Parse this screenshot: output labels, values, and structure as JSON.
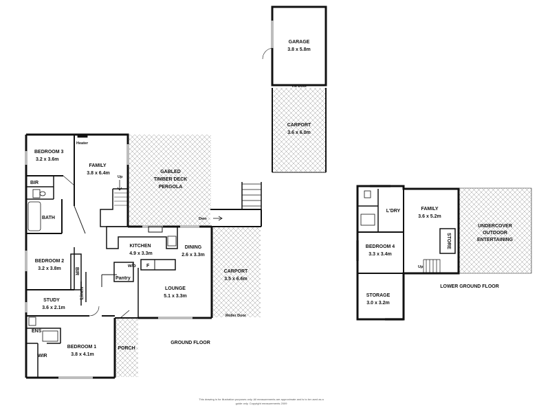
{
  "rooms": {
    "garage": {
      "name": "GARAGE",
      "size": "3.8 x 5.8m"
    },
    "tilt_door": "Tilt Door",
    "carport_top": {
      "name": "CARPORT",
      "size": "3.6 x 6.0m"
    },
    "bedroom3": {
      "name": "BEDROOM 3",
      "size": "3.2 x 3.6m"
    },
    "heater": "Heater",
    "family": {
      "name": "FAMILY",
      "size": "3.8 x 6.4m"
    },
    "pergola": {
      "line1": "GABLED",
      "line2": "TIMBER DECK",
      "line3": "PERGOLA"
    },
    "up_main": "Up",
    "dwn": "Dwn",
    "bir": "BIR",
    "bath": "BATH",
    "kitchen": {
      "name": "KITCHEN",
      "size": "4.9 x 3.3m"
    },
    "dining": {
      "name": "DINING",
      "size": "2.6 x 3.3m"
    },
    "carport_side": {
      "name": "CARPORT",
      "size": "3.5 x 6.6m"
    },
    "bedroom2": {
      "name": "BEDROOM 2",
      "size": "3.2 x 3.8m"
    },
    "bir_vertical": "BIR",
    "wo": "w/o",
    "f": "F",
    "pantry": "Pantry",
    "lounge": {
      "name": "LOUNGE",
      "size": "5.1 x 3.3m"
    },
    "linen": "Linen",
    "study": {
      "name": "STUDY",
      "size": "3.6 x 2.1m"
    },
    "roller_door": "Roller Door",
    "ens": "ENS",
    "bedroom1": {
      "name": "BEDROOM 1",
      "size": "3.8 x 4.1m"
    },
    "porch": "PORCH",
    "wir": "WIR",
    "laundry": "L'DRY",
    "family_lower": {
      "name": "FAMILY",
      "size": "3.6 x 5.2m"
    },
    "undercover": {
      "line1": "UNDERCOVER",
      "line2": "OUTDOOR",
      "line3": "ENTERTAINING"
    },
    "store": "STORE",
    "bedroom4": {
      "name": "BEDROOM 4",
      "size": "3.3 x 3.4m"
    },
    "up_lower": "Up",
    "storage": {
      "name": "STORAGE",
      "size": "3.0 x 3.2m"
    }
  },
  "floor_labels": {
    "ground": "GROUND FLOOR",
    "lower": "LOWER GROUND FLOOR"
  },
  "disclaimer": {
    "line1": "This drawing is for illustration purposes only. All measurements are approximate and is to be used as a",
    "line2": "guide only. Copyright measurements 2009"
  },
  "colors": {
    "wall": "#111111",
    "hatch": "#9a9a9a",
    "window": "#bdbdbd"
  }
}
